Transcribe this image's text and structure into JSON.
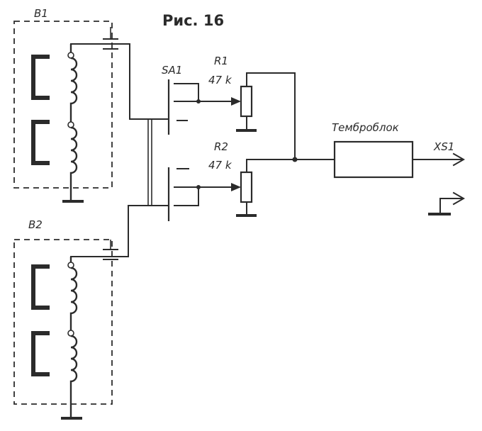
{
  "title": "Рис. 16",
  "labels": {
    "b1": "B1",
    "b2": "B2",
    "sa1": "SA1",
    "r1": "R1",
    "r1_value": "47 k",
    "r2": "R2",
    "r2_value": "47 k",
    "tone_block": "Темброблок",
    "xs1": "XS1"
  }
}
